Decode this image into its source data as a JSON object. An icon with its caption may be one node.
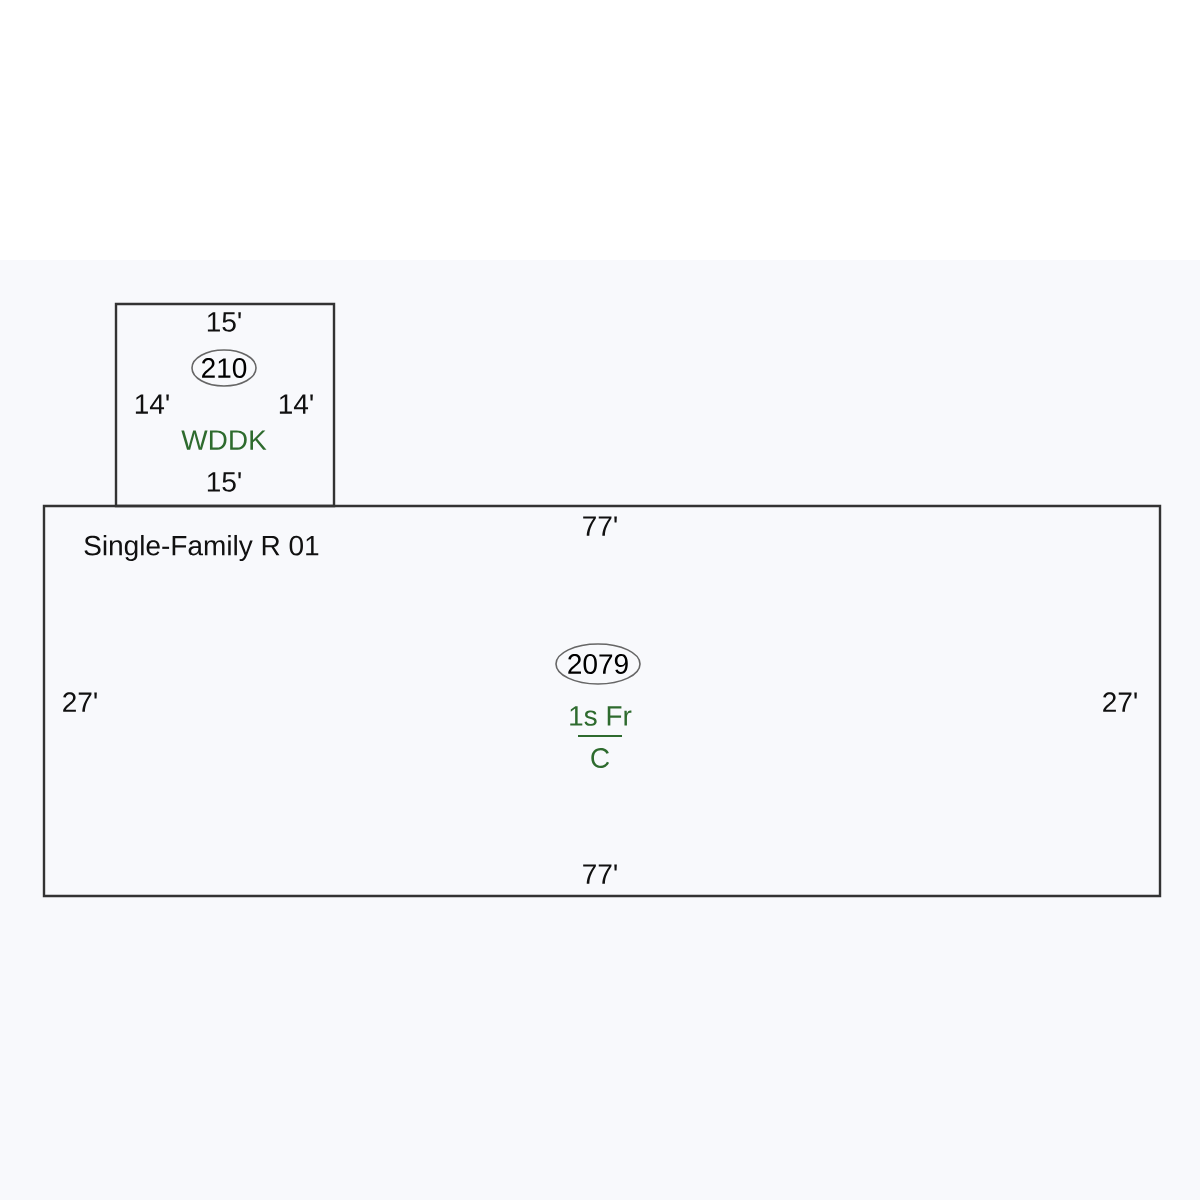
{
  "diagram": {
    "nodes": [
      {
        "text": [
          "WDDK"
        ]
      },
      {
        "text": [
          "210"
        ],
        "in": 0
      },
      {
        "text": [
          "Single-Family R 01",
          "1s Fr",
          "C"
        ]
      },
      {
        "text": [
          "2079"
        ],
        "in": 2
      }
    ],
    "labels": [
      "15'",
      "14'",
      "14'",
      "15'",
      "77'",
      "27'",
      "27'",
      "77'"
    ]
  }
}
